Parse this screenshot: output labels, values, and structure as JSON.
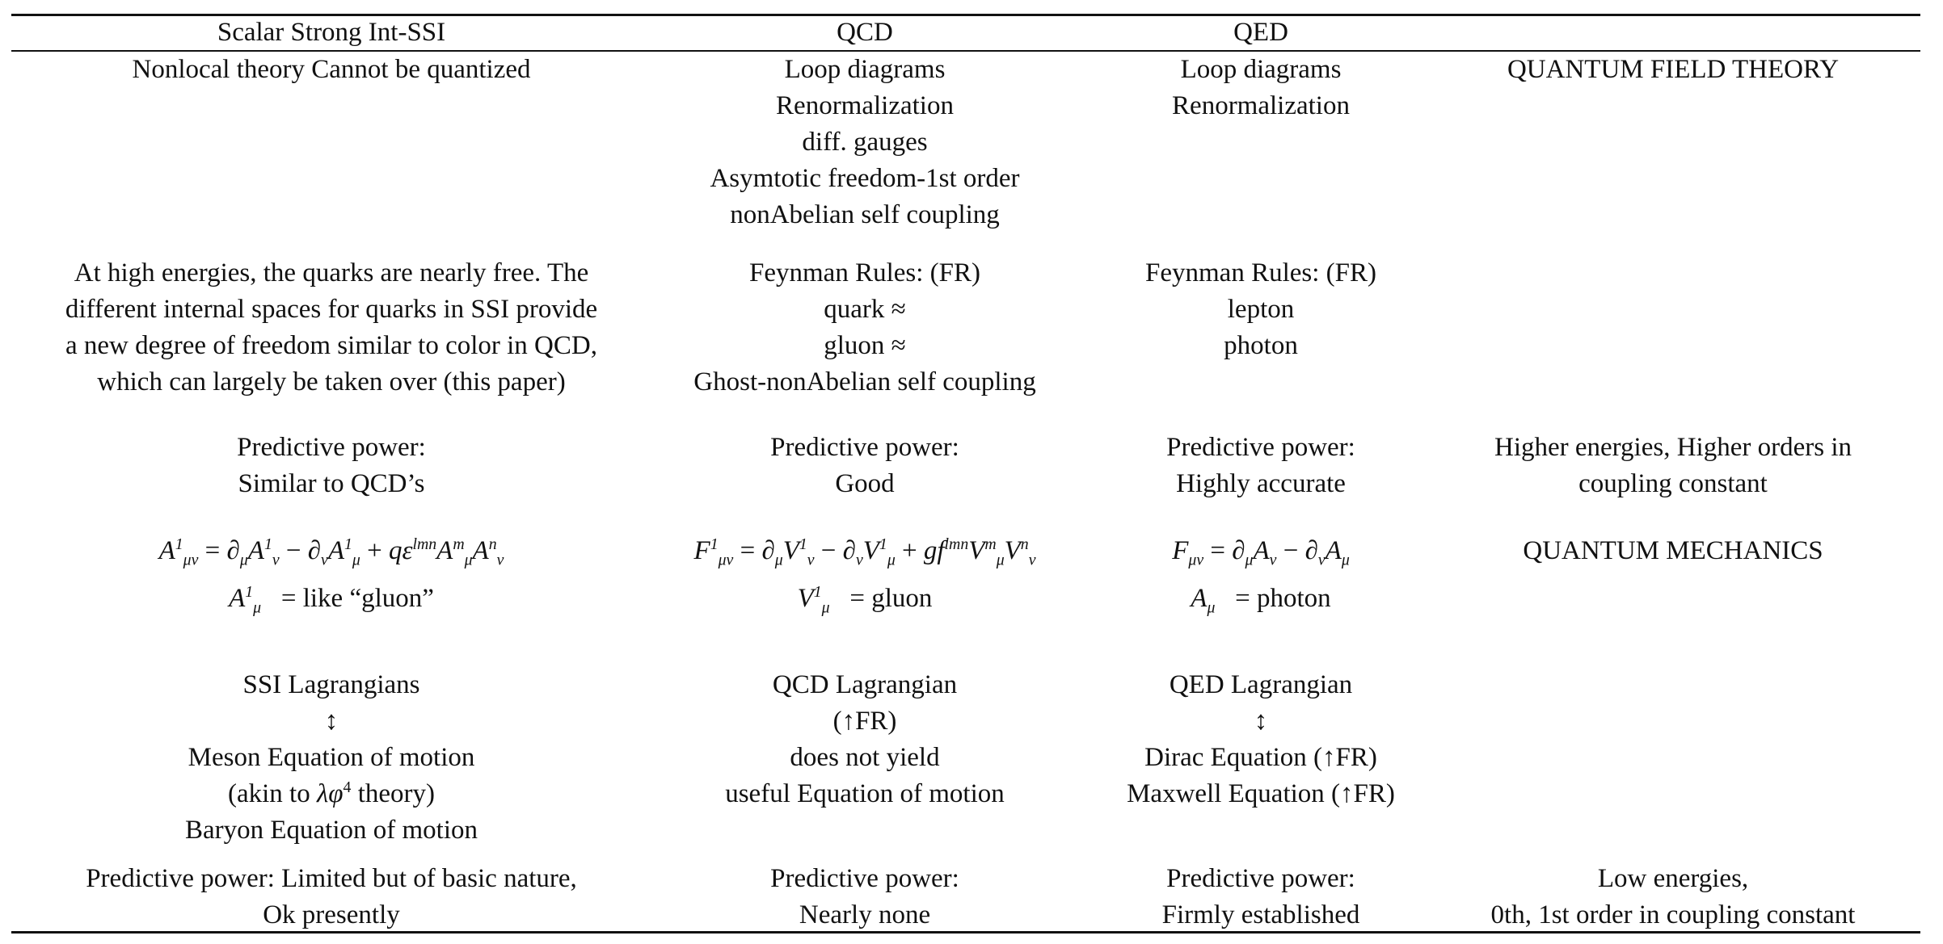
{
  "header": {
    "col1": "Scalar Strong Int-SSI",
    "col2": "QCD",
    "col3": "QED",
    "col4": ""
  },
  "row1": {
    "col1": [
      "Nonlocal theory Cannot be quantized"
    ],
    "col2": [
      "Loop diagrams",
      "Renormalization",
      "diff. gauges",
      "Asymtotic freedom-1st order",
      "nonAbelian self coupling"
    ],
    "col3": [
      "Loop diagrams",
      "Renormalization"
    ],
    "col4": [
      "QUANTUM FIELD THEORY"
    ]
  },
  "row2": {
    "col1": [
      "At high energies, the quarks are nearly free. The",
      "different internal spaces for quarks in SSI provide",
      "a new degree of freedom similar to color in QCD,",
      "which can largely be taken over (this paper)"
    ],
    "col2": [
      "Feynman Rules: (FR)",
      "quark ≈",
      "gluon ≈",
      "Ghost-nonAbelian self coupling"
    ],
    "col3": [
      "Feynman Rules: (FR)",
      "lepton",
      "photon"
    ]
  },
  "row3": {
    "col1": [
      "Predictive power:",
      "Similar to QCD’s"
    ],
    "col2": [
      "Predictive power:",
      "Good"
    ],
    "col3": [
      "Predictive power:",
      "Highly accurate"
    ],
    "col4": [
      "Higher energies, Higher orders in",
      "coupling constant"
    ]
  },
  "row4": {
    "col1_eq_suffix": "= like “gluon”",
    "col2_eq_suffix": "= gluon",
    "col3_eq_suffix": "= photon",
    "col4": [
      "QUANTUM MECHANICS"
    ]
  },
  "row5": {
    "col1": [
      "SSI Lagrangians",
      "↕",
      "Meson Equation of motion",
      "Baryon Equation of motion"
    ],
    "col1_akin_prefix": "(akin to ",
    "col1_akin_suffix": " theory)",
    "col2": [
      "QCD Lagrangian",
      "(↑FR)",
      "does not yield",
      "useful Equation of motion"
    ],
    "col3": [
      "QED Lagrangian",
      "↕",
      "Dirac Equation (↑FR)",
      "Maxwell Equation (↑FR)"
    ]
  },
  "row6": {
    "col1": [
      "Predictive power: Limited but of basic nature,",
      "Ok presently"
    ],
    "col2": [
      "Predictive power:",
      "Nearly none"
    ],
    "col3": [
      "Predictive power:",
      "Firmly established"
    ],
    "col4": [
      "Low energies,",
      "0th, 1st order in coupling constant"
    ]
  }
}
